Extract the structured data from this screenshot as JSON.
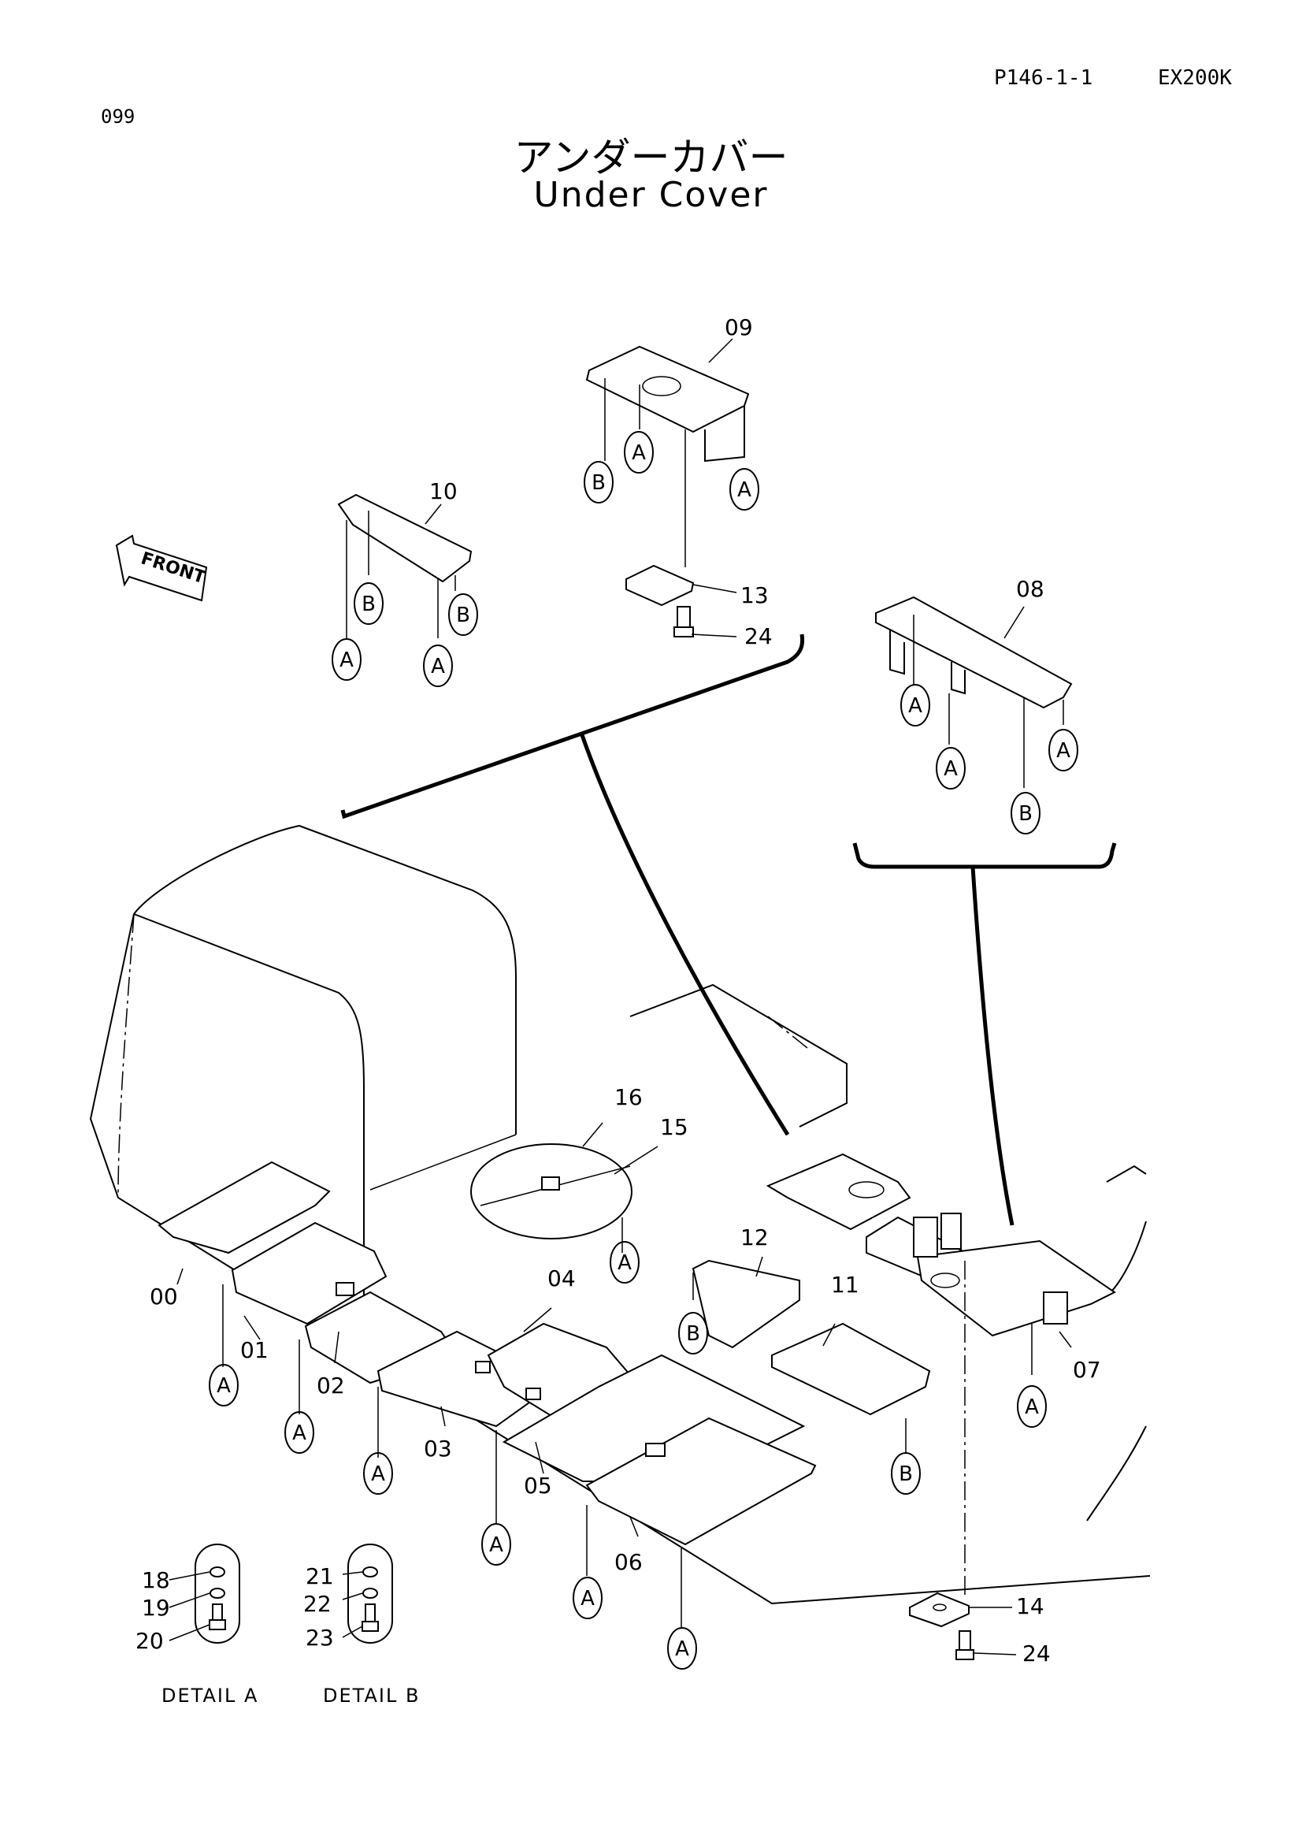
{
  "header": {
    "page_code": "P146-1-1",
    "model": "EX200K",
    "page_number": "099"
  },
  "title": {
    "japanese": "アンダーカバー",
    "english": "Under Cover"
  },
  "front_label": "FRONT",
  "ref_letters": {
    "a": "A",
    "b": "B"
  },
  "parts": {
    "p00": "00",
    "p01": "01",
    "p02": "02",
    "p03": "03",
    "p04": "04",
    "p05": "05",
    "p06": "06",
    "p07": "07",
    "p08": "08",
    "p09": "09",
    "p10": "10",
    "p11": "11",
    "p12": "12",
    "p13": "13",
    "p14": "14",
    "p15": "15",
    "p16": "16",
    "p18": "18",
    "p19": "19",
    "p20": "20",
    "p21": "21",
    "p22": "22",
    "p23": "23",
    "p24": "24"
  },
  "details": {
    "a": "DETAIL  A",
    "b": "DETAIL  B"
  }
}
